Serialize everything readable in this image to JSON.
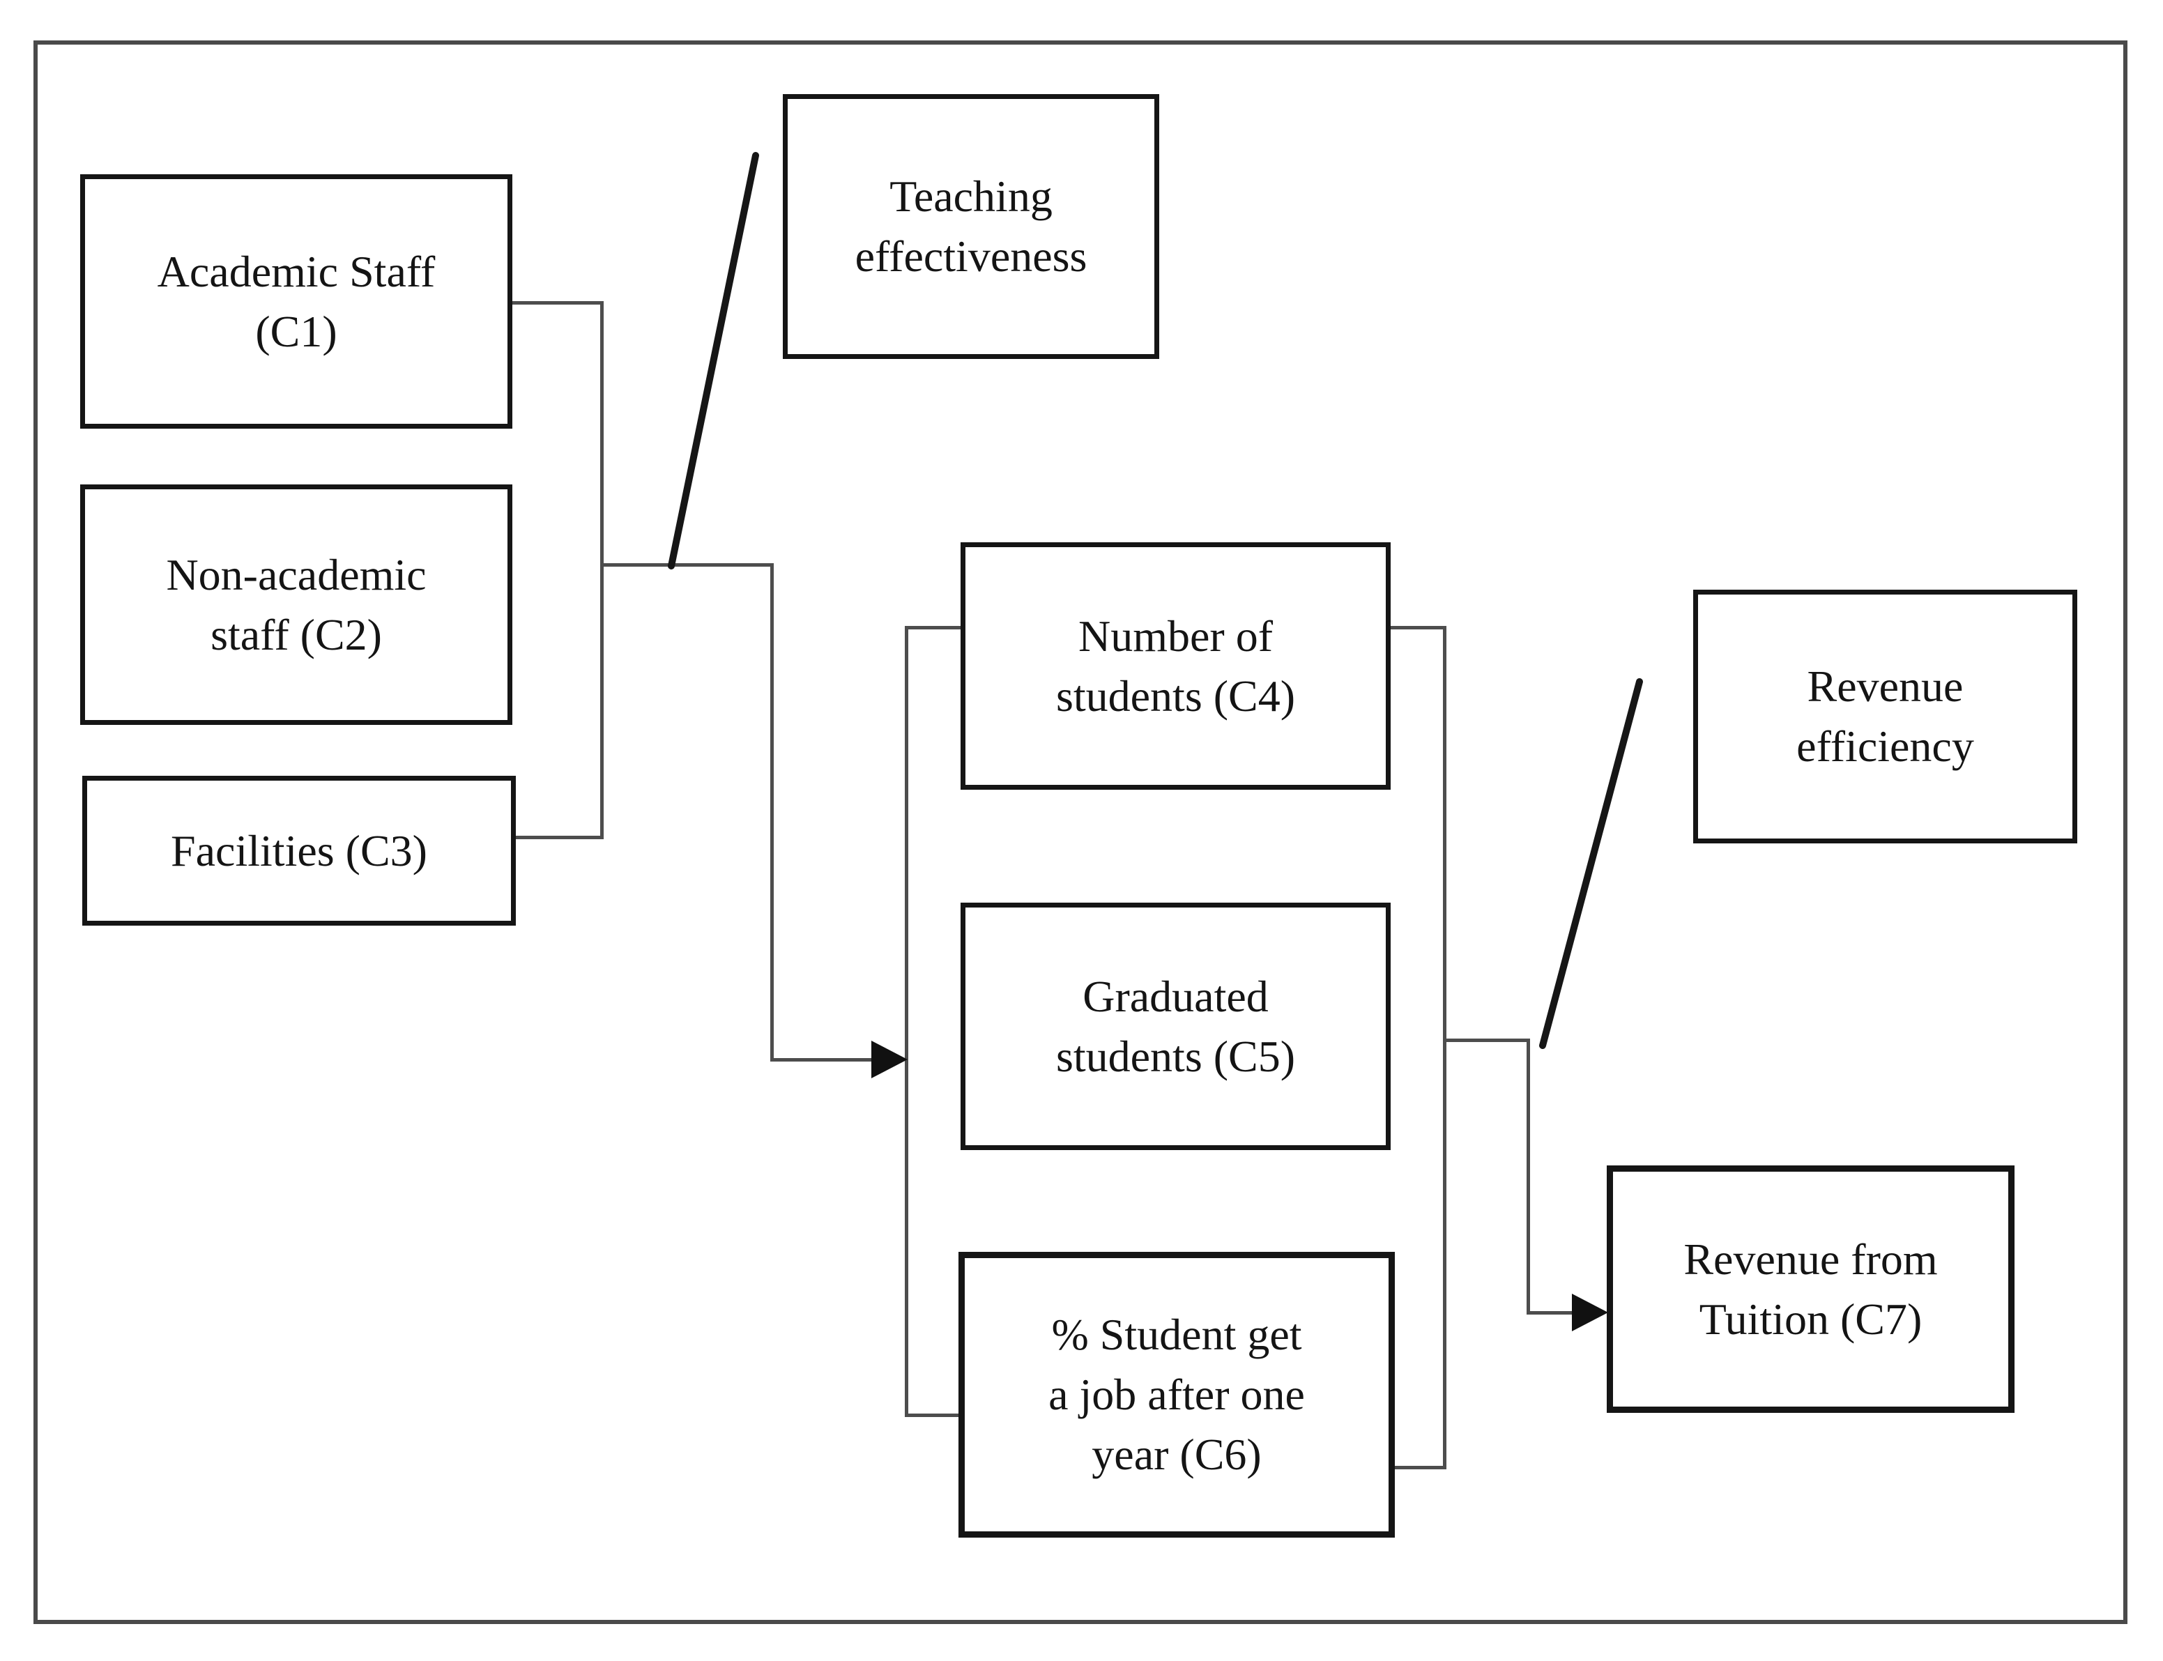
{
  "diagram": {
    "nodes": {
      "c1": {
        "lines": [
          "Academic Staff",
          "(C1)"
        ]
      },
      "c2": {
        "lines": [
          "Non-academic",
          "staff (C2)"
        ]
      },
      "c3": {
        "lines": [
          "Facilities (C3)"
        ]
      },
      "teaching_effectiveness": {
        "lines": [
          "Teaching",
          "effectiveness"
        ]
      },
      "c4": {
        "lines": [
          "Number of",
          "students (C4)"
        ]
      },
      "c5": {
        "lines": [
          "Graduated",
          "students (C5)"
        ]
      },
      "c6": {
        "lines": [
          "% Student get",
          "a job after one",
          "year (C6)"
        ]
      },
      "c7": {
        "lines": [
          "Revenue from",
          "Tuition (C7)"
        ]
      },
      "revenue_efficiency": {
        "lines": [
          "Revenue",
          "efficiency"
        ]
      }
    },
    "edges": [
      {
        "from": [
          "C1",
          "C2",
          "C3"
        ],
        "to": [
          "C4",
          "C5",
          "C6"
        ],
        "label": "Teaching effectiveness",
        "type": "arrow"
      },
      {
        "from": [
          "C4",
          "C5",
          "C6"
        ],
        "to": [
          "C7"
        ],
        "label": "Revenue efficiency",
        "type": "arrow"
      }
    ],
    "colors": {
      "ink": "#151515",
      "connector": "#4d4d4d",
      "background": "#ffffff"
    }
  }
}
